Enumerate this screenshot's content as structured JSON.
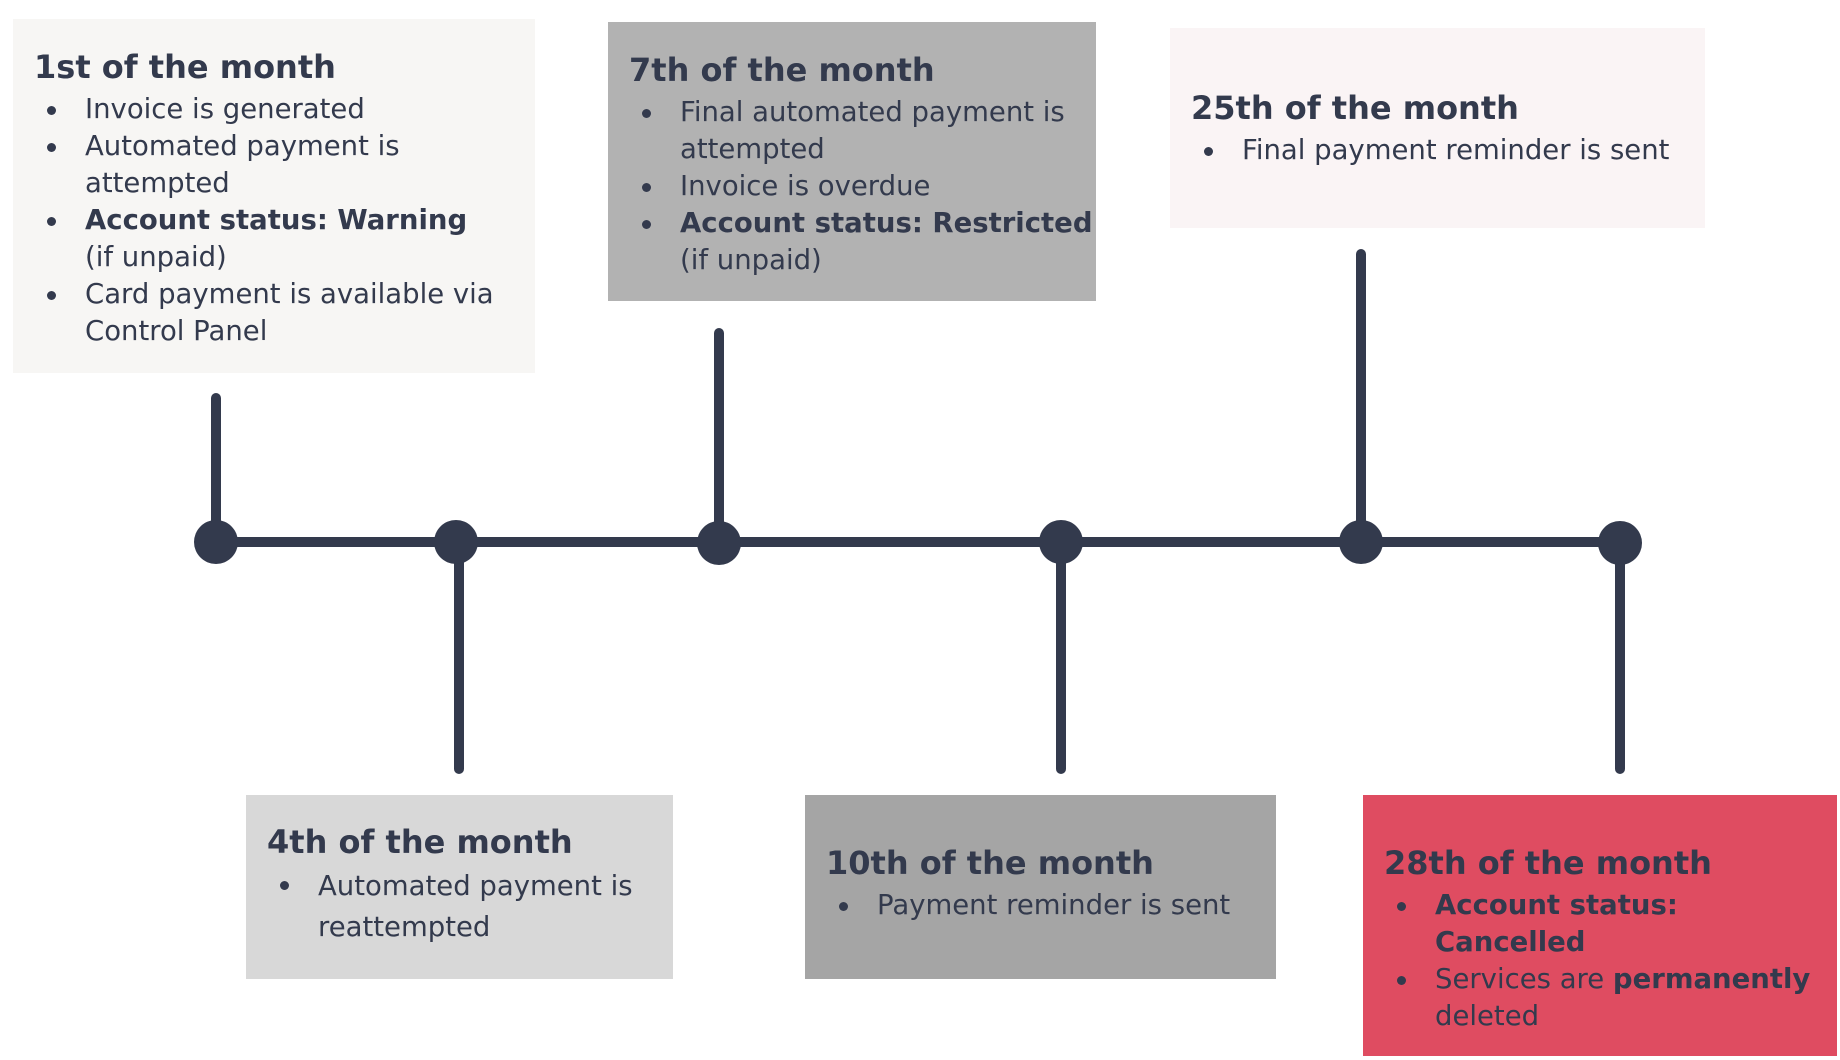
{
  "colors": {
    "line": "#333a4d",
    "text": "#333a4d"
  },
  "milestones": [
    {
      "heading": "1st of the month",
      "items": [
        {
          "text": "Invoice is generated"
        },
        {
          "text": "Automated payment is attempted"
        },
        {
          "bold": "Account status: Warning",
          "sub": "(if unpaid)"
        },
        {
          "text": "Card payment is available via Control Panel"
        }
      ]
    },
    {
      "heading": "4th of the month",
      "items": [
        {
          "text": "Automated payment is reattempted"
        }
      ]
    },
    {
      "heading": "7th of the month",
      "items": [
        {
          "text": "Final automated payment is attempted"
        },
        {
          "text": "Invoice is overdue"
        },
        {
          "bold": "Account status: Restricted",
          "sub": "(if unpaid)"
        }
      ]
    },
    {
      "heading": "10th of the month",
      "items": [
        {
          "text": "Payment reminder is sent"
        }
      ]
    },
    {
      "heading": "25th of the month",
      "items": [
        {
          "text": "Final payment reminder is sent"
        }
      ]
    },
    {
      "heading": "28th of the month",
      "items": [
        {
          "bold": "Account status: Cancelled"
        },
        {
          "pre": "Services are ",
          "bold": "permanently",
          "post": " deleted"
        }
      ]
    }
  ]
}
